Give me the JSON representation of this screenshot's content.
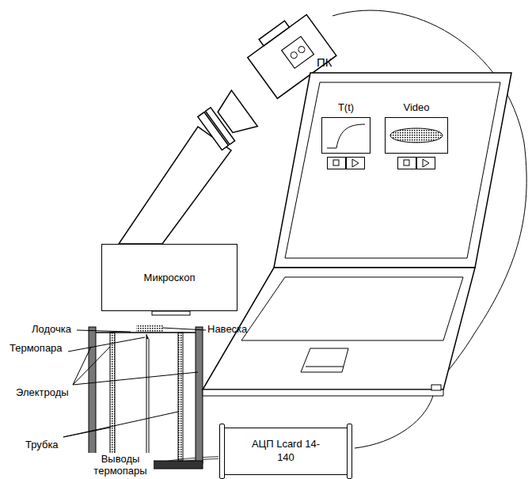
{
  "diagram": {
    "nodes": [
      {
        "text": [
          "Микроскоп"
        ]
      },
      {
        "text": [
          "T(t)"
        ]
      },
      {
        "text": [
          "Video"
        ]
      },
      {
        "text": [
          "АЦП Lcard 14-140"
        ]
      }
    ],
    "labels": [
      "ПК",
      "Лодочка",
      "Навеска",
      "Термопара",
      "Электроды",
      "Трубка",
      "Выводы термопары"
    ]
  }
}
